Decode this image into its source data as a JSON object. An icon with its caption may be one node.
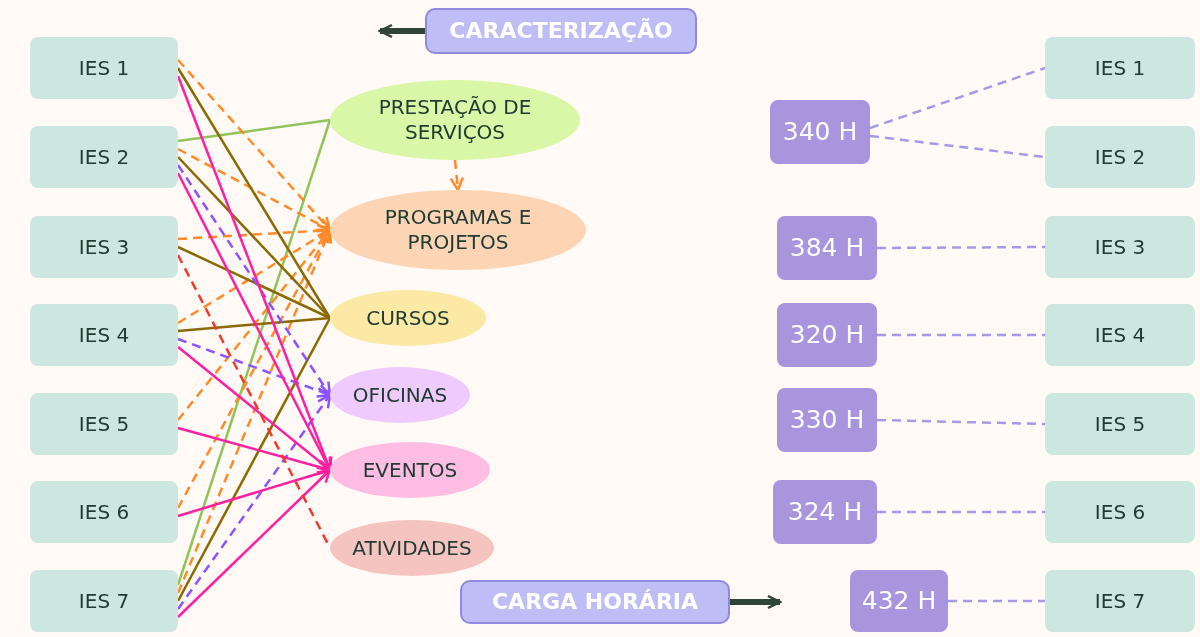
{
  "diagram": {
    "nodes": [
      {
        "text": [
          "CARACTERIZAÇÃO"
        ]
      },
      {
        "text": [
          "IES 1"
        ]
      },
      {
        "text": [
          "IES 2"
        ]
      },
      {
        "text": [
          "IES 3"
        ]
      },
      {
        "text": [
          "IES 4"
        ]
      },
      {
        "text": [
          "IES 5"
        ]
      },
      {
        "text": [
          "IES 6"
        ]
      },
      {
        "text": [
          "IES 7"
        ]
      },
      {
        "text": [
          "PRESTAÇÃO DE SERVIÇOS"
        ]
      },
      {
        "text": [
          "PROGRAMAS E PROJETOS"
        ]
      },
      {
        "text": [
          "CURSOS"
        ]
      },
      {
        "text": [
          "OFICINAS"
        ]
      },
      {
        "text": [
          "EVENTOS"
        ]
      },
      {
        "text": [
          "ATIVIDADES"
        ]
      },
      {
        "text": [
          "340 H"
        ]
      },
      {
        "text": [
          "IES 1"
        ]
      },
      {
        "text": [
          "IES 2"
        ]
      },
      {
        "text": [
          "384 H"
        ]
      },
      {
        "text": [
          "IES 3"
        ]
      },
      {
        "text": [
          "320 H"
        ]
      },
      {
        "text": [
          "IES 4"
        ]
      },
      {
        "text": [
          "330 H"
        ]
      },
      {
        "text": [
          "IES 5"
        ]
      },
      {
        "text": [
          "324 H"
        ]
      },
      {
        "text": [
          "IES 6"
        ]
      },
      {
        "text": [
          "CARGA HORÁRIA"
        ]
      },
      {
        "text": [
          "432 H"
        ]
      },
      {
        "text": [
          "IES 7"
        ]
      }
    ],
    "edges": [
      {
        "from": 0,
        "to": null,
        "arrow": "to",
        "style": "thick",
        "color": "#2f4538"
      },
      {
        "from": 2,
        "to": 8,
        "arrow": "none",
        "color": "#8fc45a"
      },
      {
        "from": 7,
        "to": 8,
        "arrow": "none",
        "color": "#8fc45a"
      },
      {
        "from": 1,
        "to": 9,
        "arrow": "to",
        "style": "dashed",
        "color": "#ff8a2a"
      },
      {
        "from": 2,
        "to": 9,
        "arrow": "to",
        "style": "dashed",
        "color": "#ff8a2a"
      },
      {
        "from": 3,
        "to": 9,
        "arrow": "to",
        "style": "dashed",
        "color": "#ff8a2a"
      },
      {
        "from": 4,
        "to": 9,
        "arrow": "to",
        "style": "dashed",
        "color": "#ff8a2a"
      },
      {
        "from": 5,
        "to": 9,
        "arrow": "to",
        "style": "dashed",
        "color": "#ff8a2a"
      },
      {
        "from": 6,
        "to": 9,
        "arrow": "to",
        "style": "dashed",
        "color": "#ff8a2a"
      },
      {
        "from": 7,
        "to": 9,
        "arrow": "to",
        "style": "dashed",
        "color": "#ff8a2a"
      },
      {
        "from": 8,
        "to": 9,
        "arrow": "to",
        "style": "dashed",
        "color": "#ff8a2a"
      },
      {
        "from": 1,
        "to": 10,
        "arrow": "none",
        "color": "#8a6a00"
      },
      {
        "from": 2,
        "to": 10,
        "arrow": "none",
        "color": "#8a6a00"
      },
      {
        "from": 3,
        "to": 10,
        "arrow": "none",
        "color": "#8a6a00"
      },
      {
        "from": 4,
        "to": 10,
        "arrow": "none",
        "color": "#8a6a00"
      },
      {
        "from": 7,
        "to": 10,
        "arrow": "none",
        "color": "#8a6a00"
      },
      {
        "from": 2,
        "to": 11,
        "arrow": "to",
        "style": "dashed",
        "color": "#8c52ff"
      },
      {
        "from": 4,
        "to": 11,
        "arrow": "to",
        "style": "dashed",
        "color": "#8c52ff"
      },
      {
        "from": 7,
        "to": 11,
        "arrow": "to",
        "style": "dashed",
        "color": "#8c52ff"
      },
      {
        "from": 1,
        "to": 12,
        "arrow": "to",
        "color": "#ff1fa0"
      },
      {
        "from": 2,
        "to": 12,
        "arrow": "to",
        "color": "#ff1fa0"
      },
      {
        "from": 4,
        "to": 12,
        "arrow": "to",
        "color": "#ff1fa0"
      },
      {
        "from": 5,
        "to": 12,
        "arrow": "to",
        "color": "#ff1fa0"
      },
      {
        "from": 6,
        "to": 12,
        "arrow": "to",
        "color": "#ff1fa0"
      },
      {
        "from": 7,
        "to": 12,
        "arrow": "to",
        "color": "#ff1fa0"
      },
      {
        "from": 3,
        "to": 13,
        "arrow": "none",
        "style": "dashed",
        "color": "#f03a2a"
      },
      {
        "from": 14,
        "to": 15,
        "arrow": "none",
        "style": "dashed",
        "color": "#a59ae8"
      },
      {
        "from": 14,
        "to": 16,
        "arrow": "none",
        "style": "dashed",
        "color": "#a59ae8"
      },
      {
        "from": 17,
        "to": 18,
        "arrow": "none",
        "style": "dashed",
        "color": "#a59ae8"
      },
      {
        "from": 19,
        "to": 20,
        "arrow": "none",
        "style": "dashed",
        "color": "#a59ae8"
      },
      {
        "from": 21,
        "to": 22,
        "arrow": "none",
        "style": "dashed",
        "color": "#a59ae8"
      },
      {
        "from": 23,
        "to": 24,
        "arrow": "none",
        "style": "dashed",
        "color": "#a59ae8"
      },
      {
        "from": 25,
        "to": null,
        "arrow": "to",
        "style": "thick",
        "color": "#2f4538"
      },
      {
        "from": 26,
        "to": 27,
        "arrow": "none",
        "style": "dashed",
        "color": "#a59ae8"
      }
    ]
  }
}
